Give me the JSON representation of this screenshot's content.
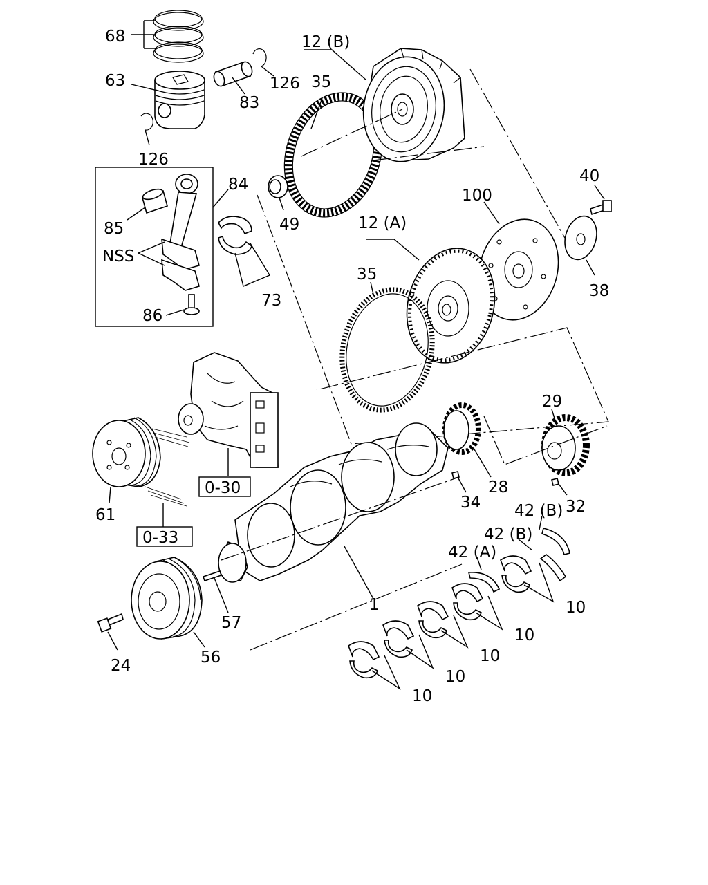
{
  "callouts": {
    "c68": "68",
    "c63": "63",
    "c83": "83",
    "c126a": "126",
    "c126b": "126",
    "c12b": "12 (B)",
    "c35a": "35",
    "c49": "49",
    "c84": "84",
    "c85": "85",
    "cnss": "NSS",
    "c86": "86",
    "c73": "73",
    "c12a": "12 (A)",
    "c35b": "35",
    "c100": "100",
    "c40": "40",
    "c38": "38",
    "c29": "29",
    "c28": "28",
    "c32": "32",
    "c34": "34",
    "c61": "61",
    "c030": "0-30",
    "c033": "0-33",
    "c1": "1",
    "c57": "57",
    "c56": "56",
    "c24": "24",
    "c42b1": "42 (B)",
    "c42b2": "42 (B)",
    "c42a": "42 (A)",
    "c10a": "10",
    "c10b": "10",
    "c10c": "10",
    "c10d": "10",
    "c10e": "10"
  }
}
